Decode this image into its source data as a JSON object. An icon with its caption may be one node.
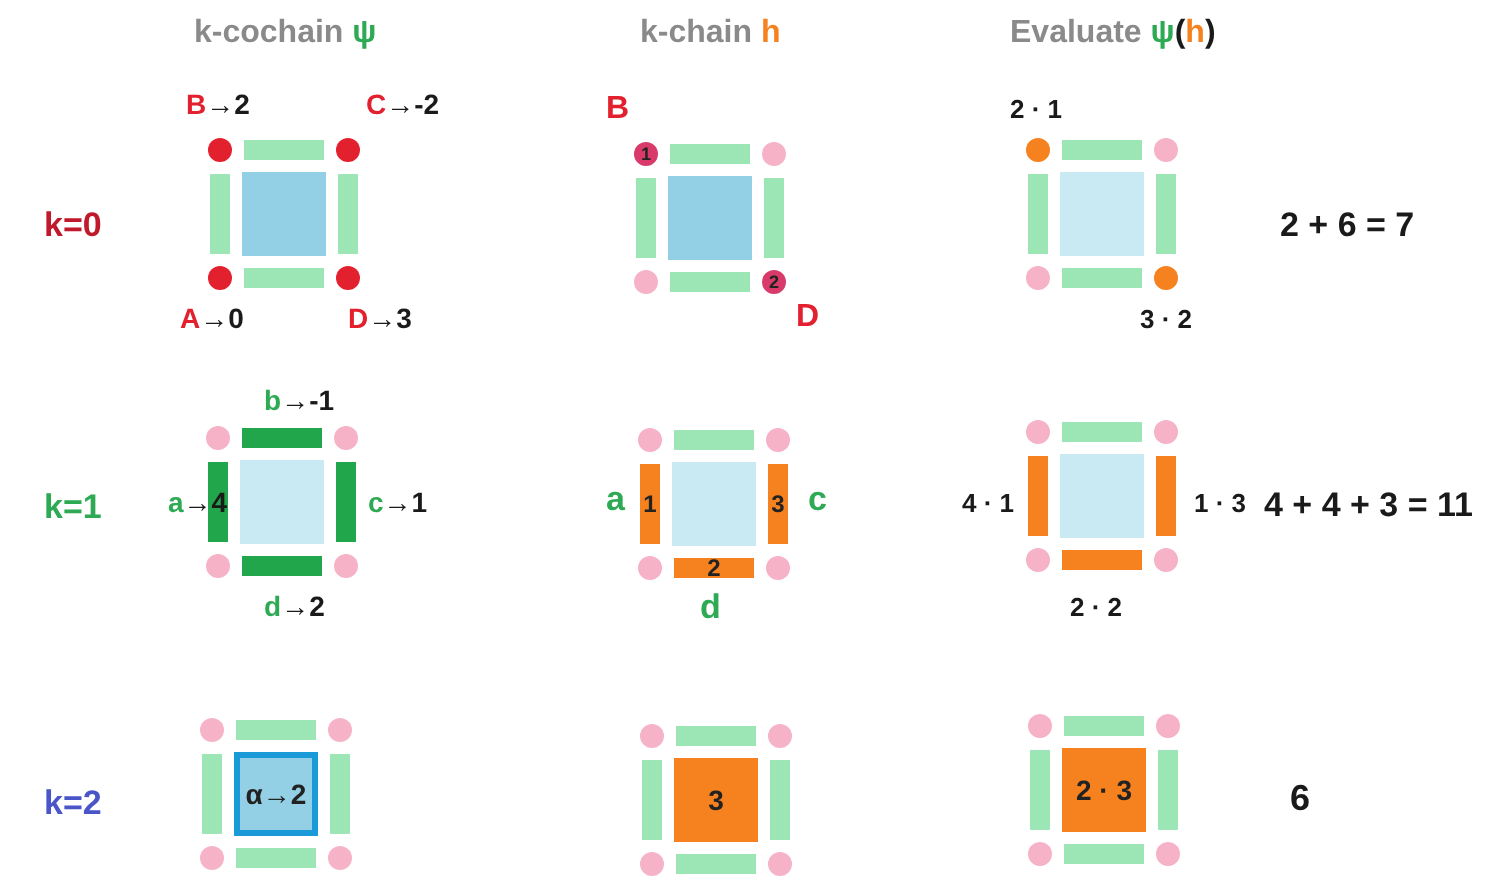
{
  "diagram": {
    "nodes": [
      {
        "text": [
          "1"
        ]
      },
      {
        "text": [],
        "shape": "circle",
        "beside": [
          "2 · 1"
        ]
      },
      {
        "text": [
          "2"
        ]
      },
      {
        "text": [],
        "shape": "circle",
        "beside": [
          "3 · 2"
        ]
      },
      {
        "text": [
          "1"
        ]
      },
      {
        "text": [
          "3"
        ]
      },
      {
        "text": [],
        "shape": "bar",
        "beside": [
          "4 · 1"
        ]
      },
      {
        "text": [],
        "shape": "bar",
        "beside": [
          "1 · 3"
        ]
      },
      {
        "text": [
          "2"
        ]
      },
      {
        "text": [],
        "shape": "bar",
        "beside": [
          "2 · 2"
        ]
      },
      {
        "text": [
          "α→2"
        ]
      },
      {
        "text": [
          "3"
        ]
      },
      {
        "text": [
          "2 · 3"
        ]
      }
    ],
    "labels": [
      "k-cochain ψ",
      "k-chain h",
      "Evaluate ψ(h)",
      "B→2",
      "C→-2",
      "B",
      "k=0",
      "2 + 6 = 7",
      "A→0",
      "D→3",
      "D",
      "b→-1",
      "k=1",
      "a→4",
      "c→1",
      "a",
      "c",
      "4 + 4 + 3 = 11",
      "d→2",
      "d",
      "k=2",
      "6"
    ]
  }
}
